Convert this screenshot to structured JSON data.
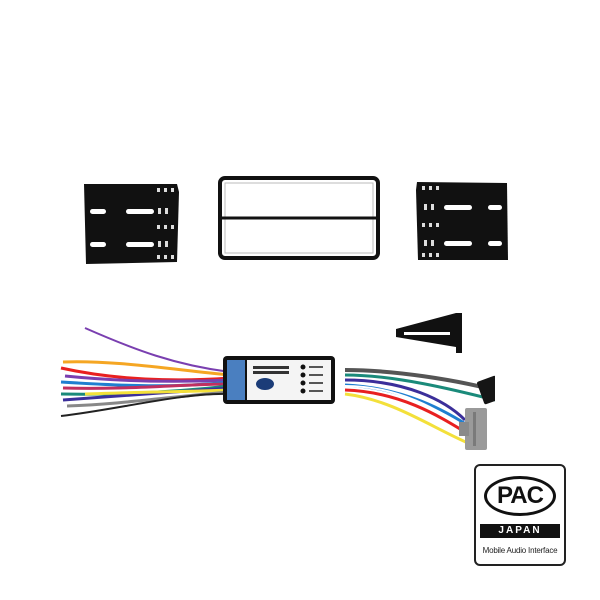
{
  "scene": {
    "description": "Product photo of a car radio installation kit on white background",
    "background_color": "#ffffff"
  },
  "items": {
    "left_bracket": {
      "label": "left mounting bracket",
      "color": "#111111"
    },
    "center_frame": {
      "label": "double-DIN trim frame",
      "color": "#111111"
    },
    "right_bracket": {
      "label": "right mounting bracket",
      "color": "#111111"
    },
    "clip": {
      "label": "triangular release clip",
      "color": "#111111"
    },
    "interface_module": {
      "label": "interface module",
      "side_color": "#4a7fc0",
      "led_count": 4
    },
    "wires": {
      "colors": [
        "#7a3fb0",
        "#f5a623",
        "#e82020",
        "#f3e03a",
        "#1f7fd0",
        "#1a8a7a",
        "#222222",
        "#ffffff",
        "#888888",
        "#3b2f9a",
        "#c03060"
      ]
    },
    "connectors": {
      "black_connector_color": "#151515",
      "gray_connector_color": "#9a9a9a"
    }
  },
  "logo": {
    "brand": "PAC",
    "region": "JAPAN",
    "tagline": "Mobile Audio Interface"
  }
}
